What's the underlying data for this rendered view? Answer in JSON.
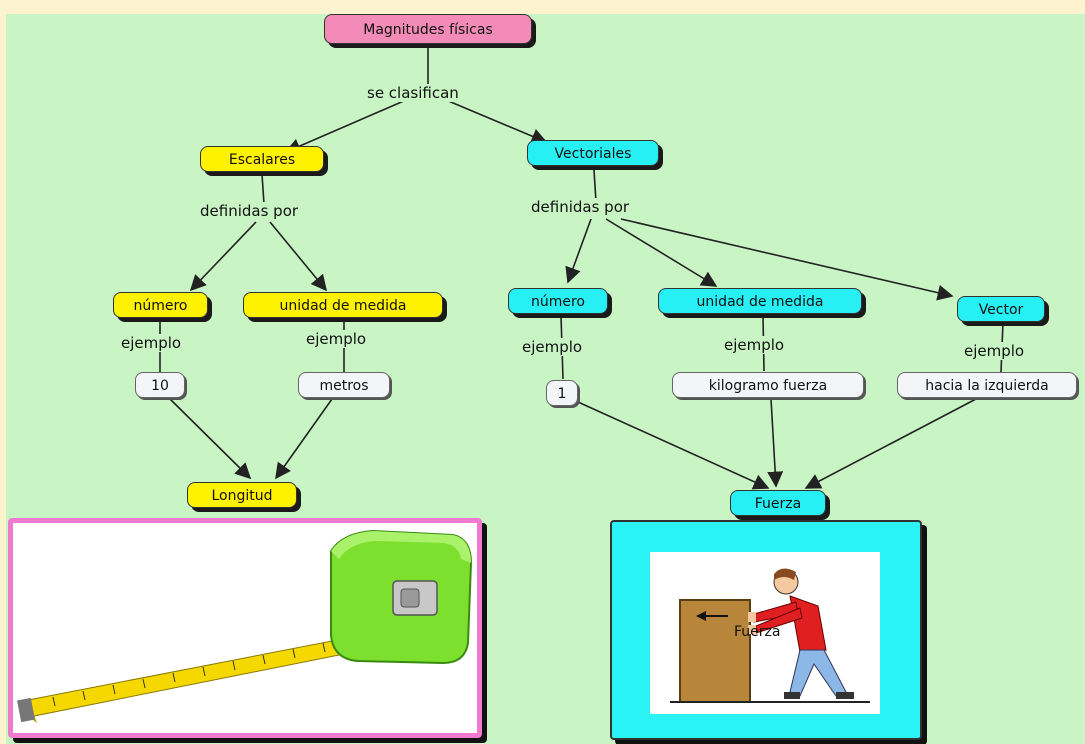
{
  "nodes": {
    "root": "Magnitudes físicas",
    "escalares": "Escalares",
    "vectoriales": "Vectoriales",
    "numero_esc": "número",
    "unidad_esc": "unidad de medida",
    "ex_10": "10",
    "ex_metros": "metros",
    "longitud": "Longitud",
    "numero_vec": "número",
    "unidad_vec": "unidad de medida",
    "vector": "Vector",
    "ex_1": "1",
    "ex_kgf": "kilogramo fuerza",
    "ex_izq": "hacia la izquierda",
    "fuerza": "Fuerza"
  },
  "links": {
    "se_clasifican": "se clasifican",
    "definidas_esc": "definidas por",
    "definidas_vec": "definidas por",
    "ejemplo_1": "ejemplo",
    "ejemplo_2": "ejemplo",
    "ejemplo_3": "ejemplo",
    "ejemplo_4": "ejemplo",
    "ejemplo_5": "ejemplo"
  },
  "images": {
    "tape_measure": "measuring-tape-icon",
    "push_box": "person-pushing-box-icon",
    "push_label": "Fuerza"
  },
  "colors": {
    "background": "#c9f5c5",
    "pink": "#f28bb8",
    "yellow": "#fff200",
    "cyan": "#27f0f4"
  }
}
